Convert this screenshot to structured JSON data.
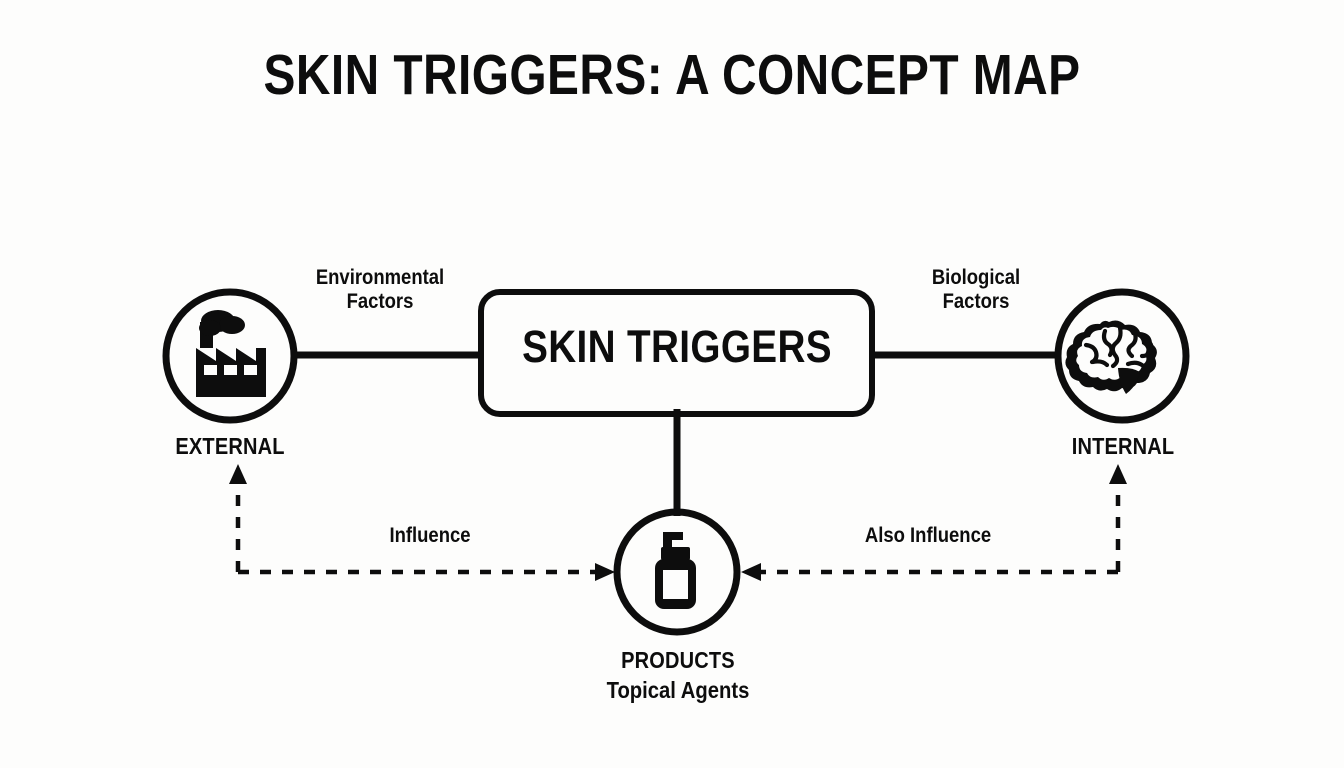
{
  "page": {
    "title": "SKIN TRIGGERS: A CONCEPT MAP",
    "background_color": "#fdfdfc",
    "ink_color": "#0d0d0d"
  },
  "center_node": {
    "label": "SKIN TRIGGERS",
    "shape": "rounded-rectangle"
  },
  "nodes": [
    {
      "id": "external",
      "icon": "factory-icon",
      "caption": "EXTERNAL",
      "edge_label": "Environmental\nFactors",
      "position": "left"
    },
    {
      "id": "internal",
      "icon": "brain-icon",
      "caption": "INTERNAL",
      "edge_label": "Biological\nFactors",
      "position": "right"
    },
    {
      "id": "products",
      "icon": "pump-bottle-icon",
      "caption": "PRODUCTS",
      "caption_sub": "Topical Agents",
      "position": "bottom"
    }
  ],
  "edges": {
    "left_branch_label_line1": "Environmental",
    "left_branch_label_line2": "Factors",
    "right_branch_label_line1": "Biological",
    "right_branch_label_line2": "Factors",
    "influence_label": "Influence",
    "also_influence_label": "Also Influence"
  },
  "captions": {
    "external": "EXTERNAL",
    "internal": "INTERNAL",
    "products": "PRODUCTS",
    "products_sub": "Topical Agents"
  }
}
